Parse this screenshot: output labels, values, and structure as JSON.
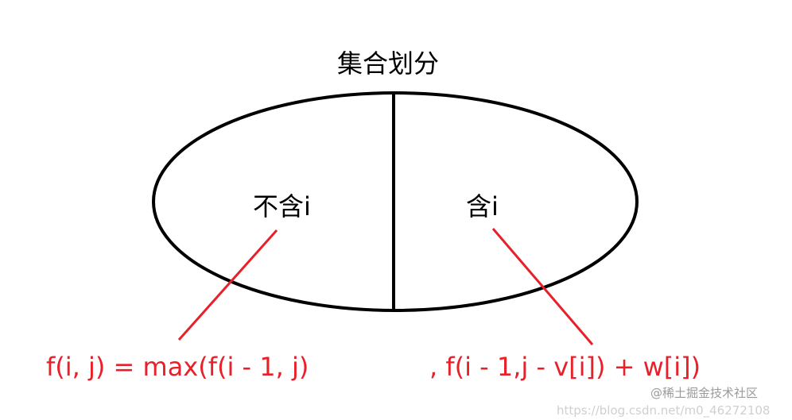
{
  "title": "集合划分",
  "left_region": "不含i",
  "right_region": "含i",
  "formula_left": "f(i, j) = max(f(i - 1, j)",
  "formula_right": ", f(i - 1,j - v[i]) + w[i])",
  "watermark_url": "https://blog.csdn.net/m0_46272108",
  "watermark_brand": "@稀土掘金技术社区",
  "colors": {
    "outline": "#000000",
    "annotation": "#e8202a"
  }
}
